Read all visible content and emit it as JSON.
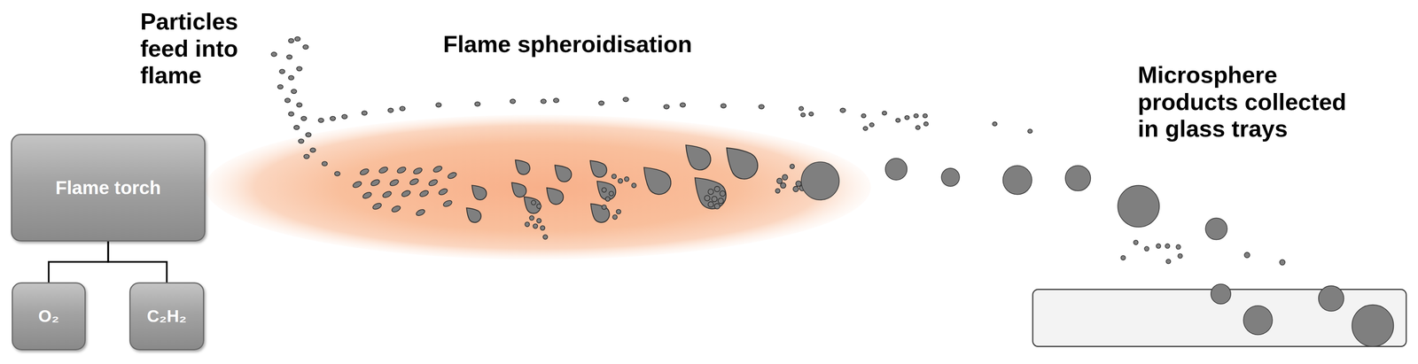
{
  "diagram": {
    "nodes": [
      {
        "text": [
          "Flame torch"
        ]
      },
      {
        "text": [
          "O₂"
        ]
      },
      {
        "text": [
          "C₂H₂"
        ]
      }
    ],
    "edges": [
      {
        "from": 0,
        "to": 1,
        "arrow": "none"
      },
      {
        "from": 0,
        "to": 2,
        "arrow": "none"
      }
    ],
    "labels": [
      "Particles feed into flame",
      "Flame spheroidisation",
      "Microsphere products collected in glass trays"
    ]
  }
}
